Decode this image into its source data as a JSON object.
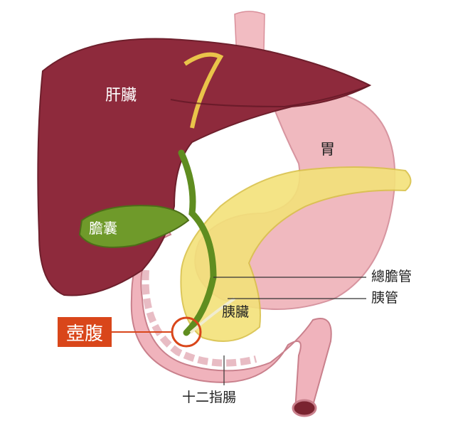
{
  "labels": {
    "liver": "肝臟",
    "stomach": "胃",
    "gallbladder": "膽囊",
    "common_bile_duct": "總膽管",
    "pancreatic_duct": "胰管",
    "pancreas": "胰臟",
    "ampulla": "壺腹",
    "duodenum": "十二指腸"
  },
  "colors": {
    "highlight": "#d9461a",
    "liver": "#8e2a3c",
    "stomach": "#eeb0b6",
    "pancreas": "#f3e27a",
    "gallbladder": "#6f9a2a"
  }
}
